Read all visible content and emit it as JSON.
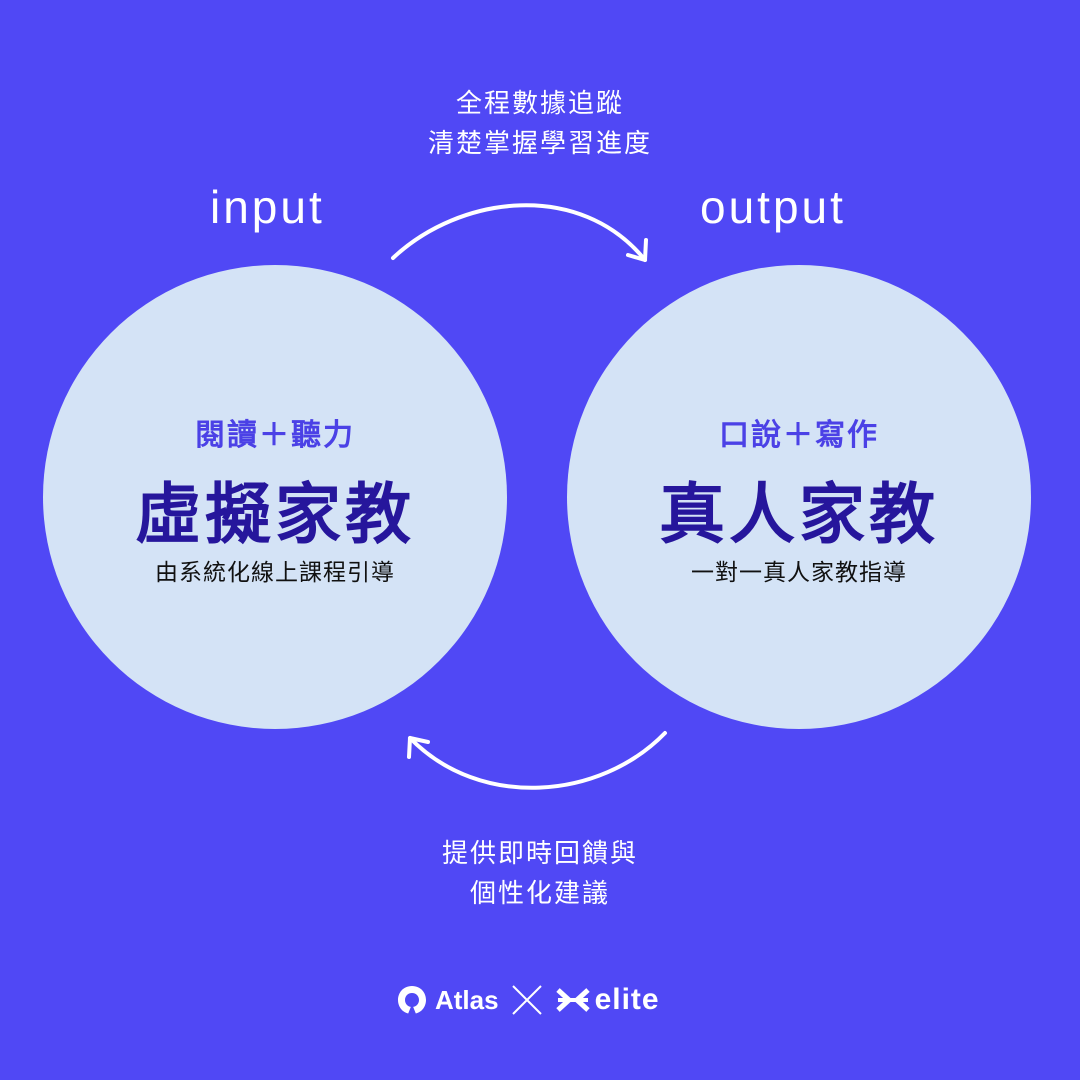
{
  "top_caption": {
    "line1": "全程數據追蹤",
    "line2": "清楚掌握學習進度"
  },
  "bottom_caption": {
    "line1": "提供即時回饋與",
    "line2": "個性化建議"
  },
  "left_circle": {
    "label": "input",
    "subject": "閱讀＋聽力",
    "title": "虛擬家教",
    "description": "由系統化線上課程引導"
  },
  "right_circle": {
    "label": "output",
    "subject": "口說＋寫作",
    "title": "真人家教",
    "description": "一對一真人家教指導"
  },
  "logos": {
    "atlas": "Atlas",
    "elite": "elite"
  },
  "colors": {
    "background": "#5048f5",
    "circle_fill": "#d4e3f6",
    "subject_text": "#4b41e6",
    "title_text": "#26169c"
  }
}
